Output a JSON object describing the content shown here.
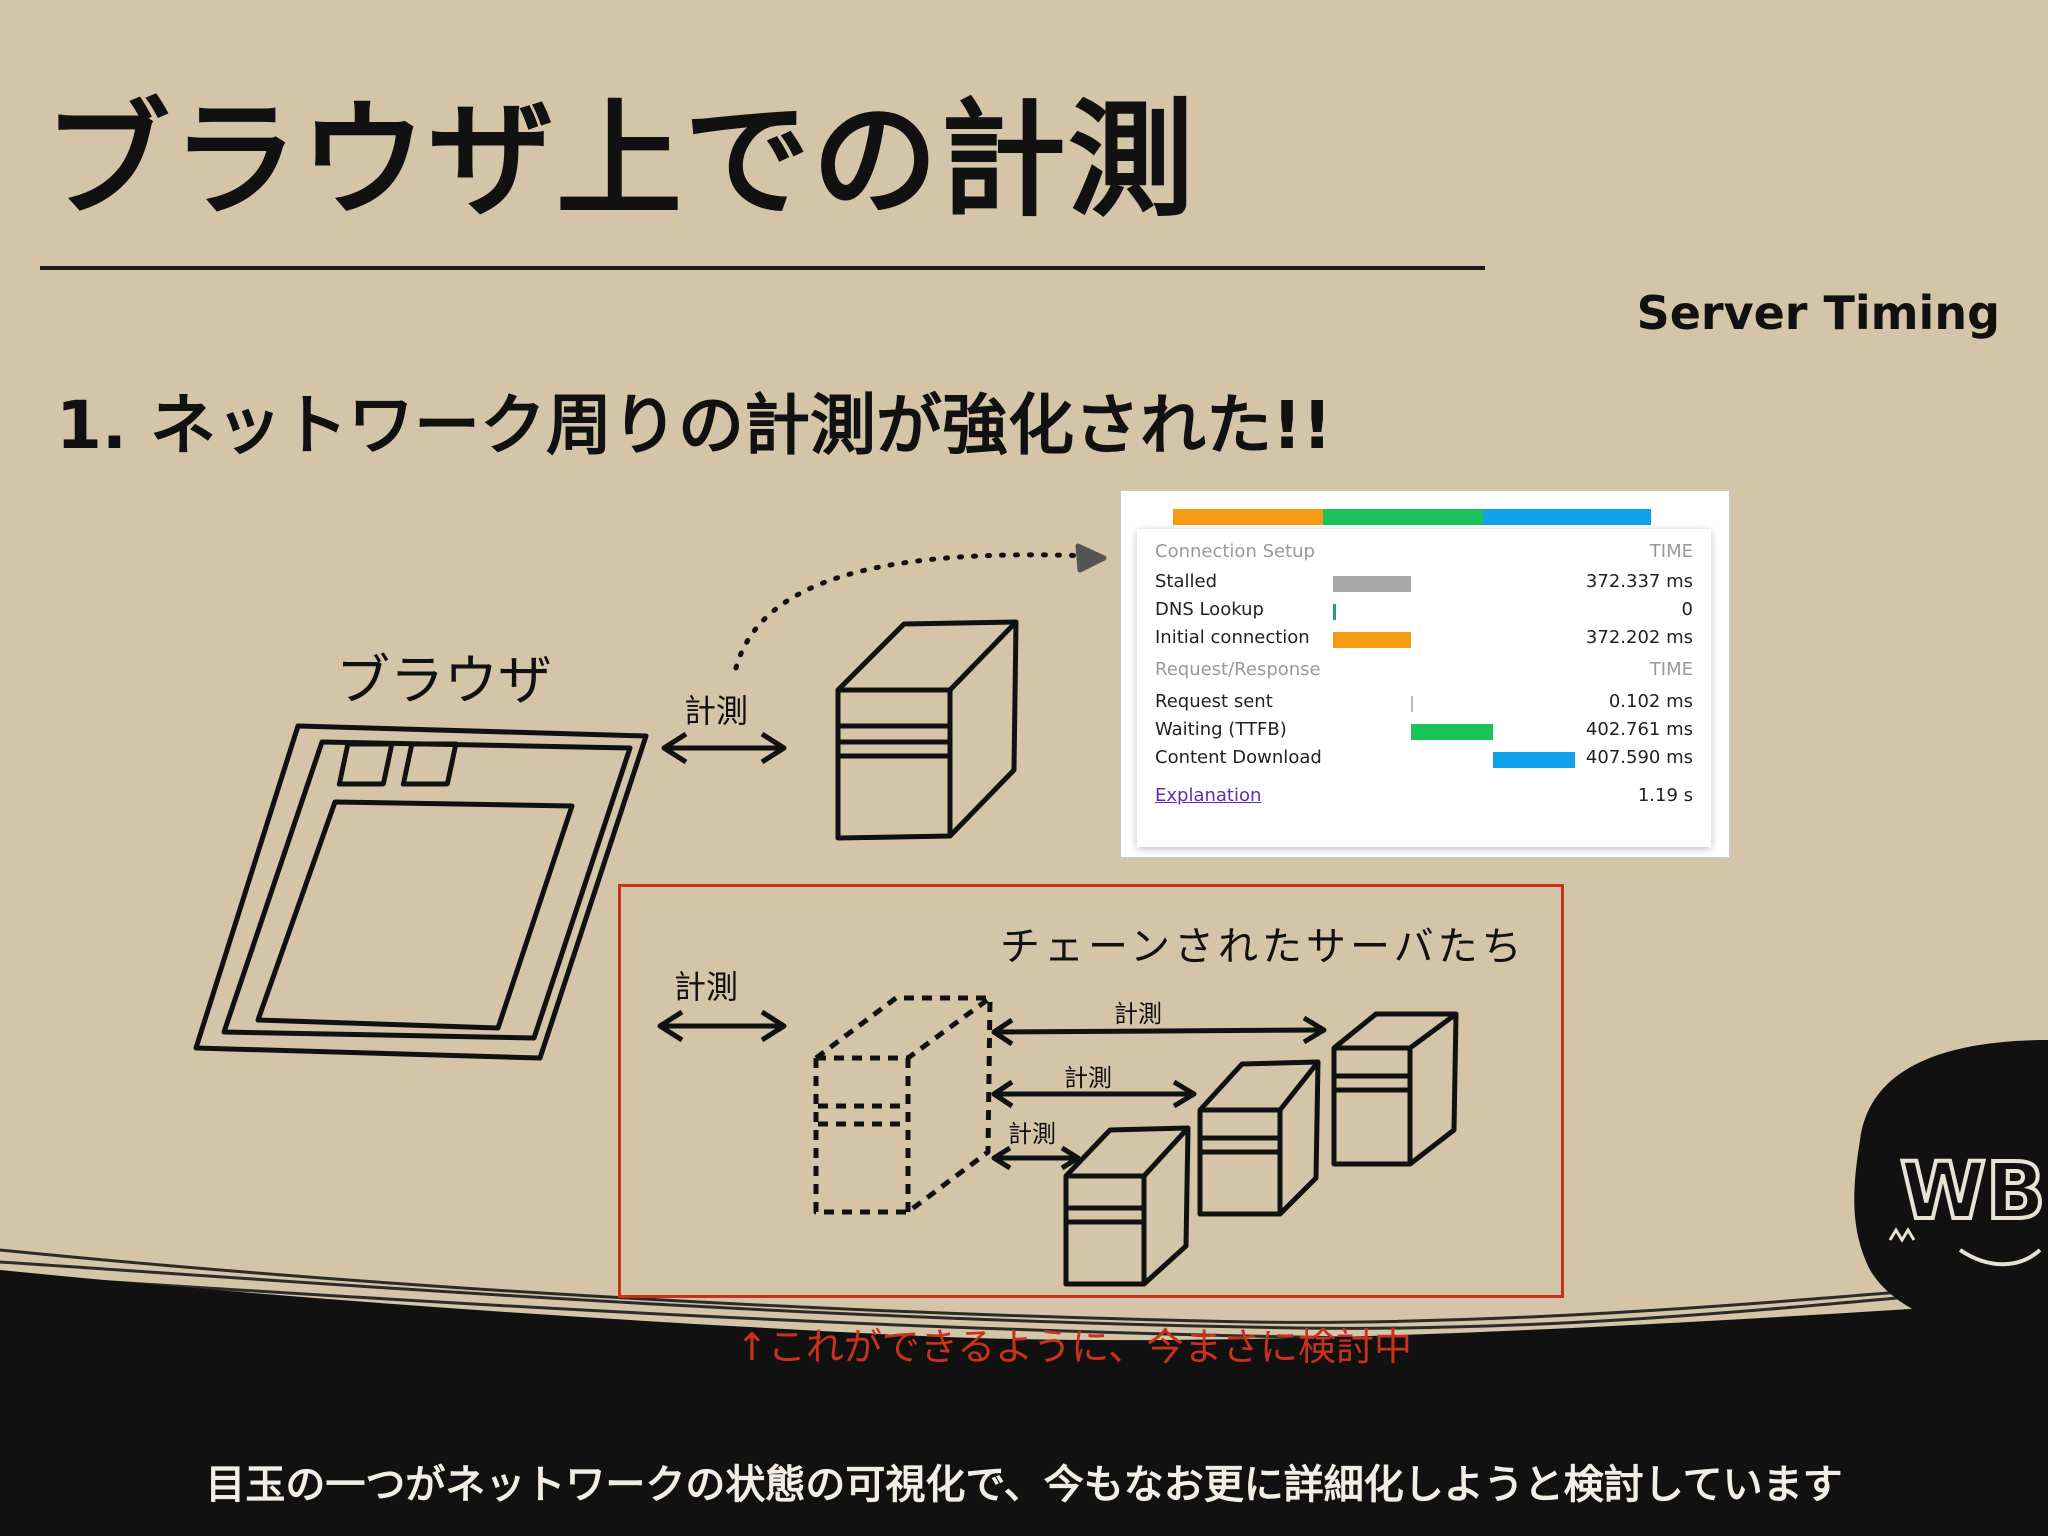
{
  "slide": {
    "title": "ブラウザ上での計測",
    "subtitle": "Server Timing",
    "heading": "1. ネットワーク周りの計測が強化された!!",
    "browser_label": "ブラウザ",
    "measure_label": "計測",
    "chain_label": "チェーンされたサーバたち",
    "note": "↑これができるように、今まさに検討中",
    "caption": "目玉の一つがネットワークの状態の可視化で、今もなお更に詳細化しようと検討しています",
    "logo_text": "WB"
  },
  "devtools": {
    "connection_setup": "Connection Setup",
    "request_response": "Request/Response",
    "time_header": "TIME",
    "rows": [
      {
        "label": "Stalled",
        "value": "372.337 ms",
        "color": "#a9a9a9"
      },
      {
        "label": "DNS Lookup",
        "value": "0",
        "color": "#1fa085"
      },
      {
        "label": "Initial connection",
        "value": "372.202 ms",
        "color": "#f39c12"
      },
      {
        "label": "Request sent",
        "value": "0.102 ms",
        "color": "#bbbbbb"
      },
      {
        "label": "Waiting (TTFB)",
        "value": "402.761 ms",
        "color": "#19c35a"
      },
      {
        "label": "Content Download",
        "value": "407.590 ms",
        "color": "#10a2ea"
      }
    ],
    "explanation": "Explanation",
    "total": "1.19 s",
    "colors": {
      "orange": "#f39c12",
      "green": "#19c35a",
      "blue": "#10a2ea"
    }
  }
}
